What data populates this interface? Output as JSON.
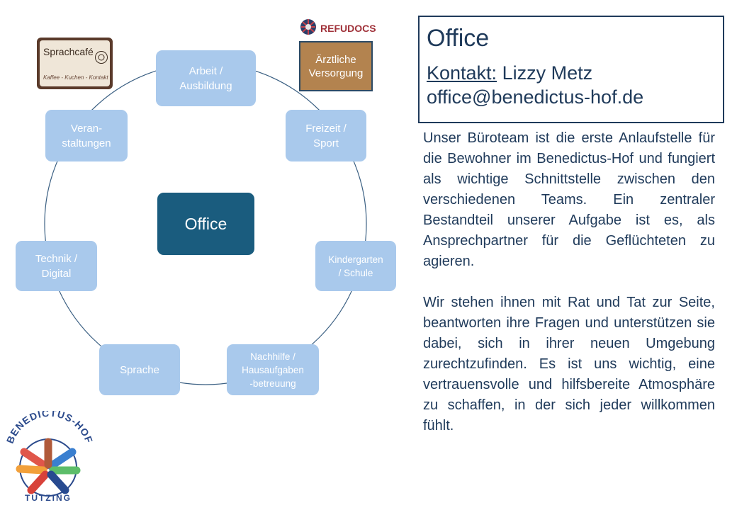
{
  "center": {
    "label": "Office"
  },
  "nodes": [
    {
      "id": "arbeit",
      "label": "Arbeit /\nAusbildung"
    },
    {
      "id": "freizeit",
      "label": "Freizeit /\nSport"
    },
    {
      "id": "kindergarten",
      "label": "Kindergarten\n/ Schule"
    },
    {
      "id": "nachhilfe",
      "label": "Nachhilfe  /\nHausaufgaben\n-betreuung"
    },
    {
      "id": "sprache",
      "label": "Sprache"
    },
    {
      "id": "technik",
      "label": "Technik /\nDigital"
    },
    {
      "id": "veranstaltungen",
      "label": "Veran-\nstaltungen"
    }
  ],
  "info": {
    "title": "Office",
    "contact_label": "Kontakt:",
    "contact_name": "Lizzy Metz",
    "email": "office@benedictus-hof.de"
  },
  "description": {
    "p1": "Unser Büroteam ist die erste Anlaufstelle für die Bewohner im Benedictus-Hof  und fungiert als wichtige Schnittstelle zwischen den verschiedenen Teams. Ein zentraler Bestandteil unserer Aufgabe ist es, als Ansprechpartner für die Geflüchteten zu agieren.",
    "p2": "Wir stehen ihnen mit Rat und Tat zur Seite, beantworten ihre Fragen und unterstützen sie dabei, sich in ihrer neuen Umgebung zurechtzufinden. Es ist uns wichtig, eine vertrauensvolle und hilfsbereite Atmosphäre zu schaffen, in der sich jeder willkommen fühlt."
  },
  "logos": {
    "sprachcafe": {
      "title": "Sprachcafé",
      "subtitle": "Kaffee - Kuchen - Kontakt"
    },
    "refudocs": {
      "name": "REFUDOCS",
      "button": "Ärztliche\nVersorgung"
    },
    "benedictus": {
      "top": "BENEDICTUS-HOF",
      "bottom": "TUTZING"
    }
  },
  "colors": {
    "node": "#a9c9ec",
    "center": "#1a5c7e",
    "text_dark": "#1f3a5a",
    "ring": "#2b4a66"
  }
}
